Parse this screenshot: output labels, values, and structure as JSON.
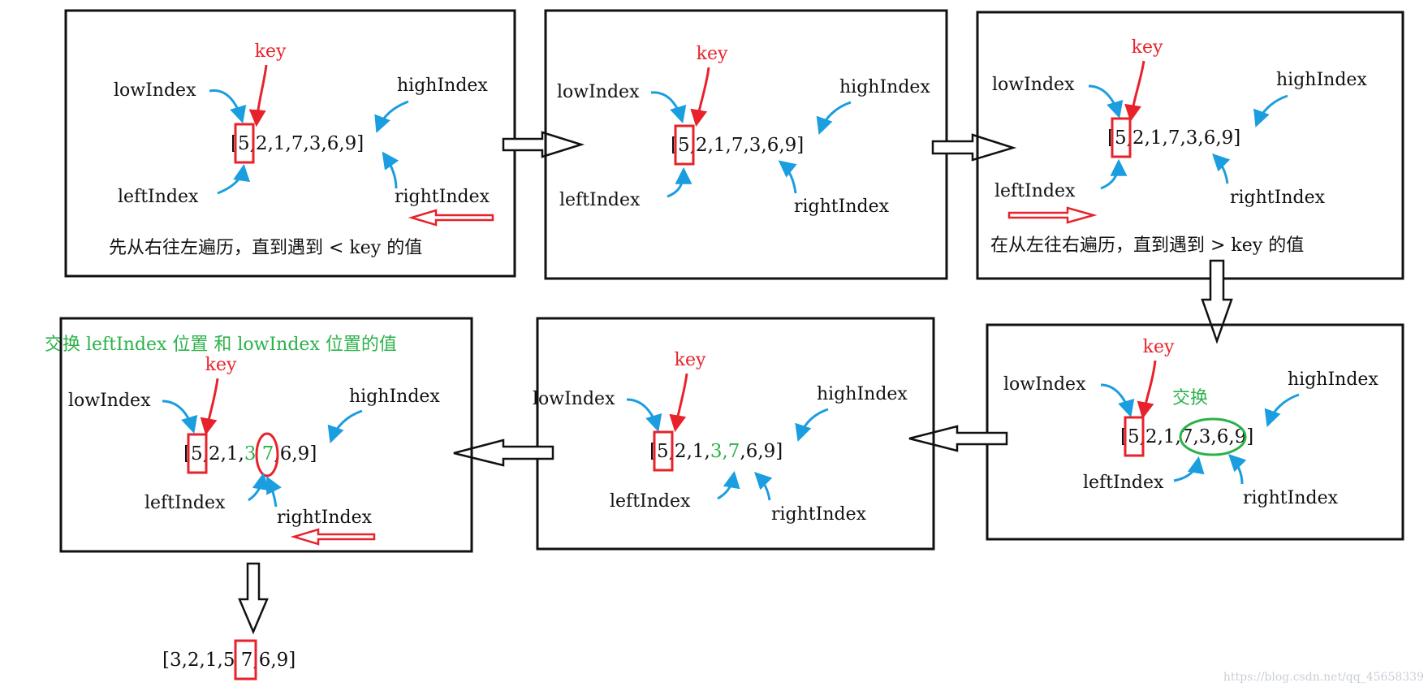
{
  "colors": {
    "box": "#111111",
    "key": "#e8222b",
    "pointer": "#1a9ee0",
    "swap": "#2bb24a",
    "direction_arrow": "#e8222b"
  },
  "labels": {
    "key": "key",
    "low": "lowIndex",
    "high": "highIndex",
    "left": "leftIndex",
    "right": "rightIndex"
  },
  "steps": [
    {
      "id": "step-1",
      "array": [
        "[",
        "5",
        ",2,1,7,3,6,9",
        "]"
      ],
      "caption": "先从右往左遍历，直到遇到 < key 的值",
      "direction": "left"
    },
    {
      "id": "step-2",
      "array": [
        "[",
        "5",
        ",2,1,7,3,6,9",
        "]"
      ]
    },
    {
      "id": "step-3",
      "array": [
        "[",
        "5",
        ",2,1,7,3,6,9",
        "]"
      ],
      "caption": "在从左往右遍历，直到遇到 > key 的值",
      "direction": "right"
    },
    {
      "id": "step-4",
      "array_tokens": [
        "[",
        "5",
        ",2,1,",
        "7,3",
        ",6,9",
        "]"
      ],
      "swap_label": "交换"
    },
    {
      "id": "step-5",
      "array_tokens": [
        "[",
        "5",
        ",2,1,",
        "3,7",
        ",6,9",
        "]"
      ]
    },
    {
      "id": "step-6",
      "title": "交换 leftIndex 位置 和 lowIndex 位置的值",
      "array_tokens": [
        "[",
        "5",
        ",2,1,",
        "3",
        " 7",
        ",6,9",
        "]"
      ],
      "direction": "left"
    }
  ],
  "result": {
    "array_tokens": [
      "[3,2,1,",
      "5",
      " 7,6,9]"
    ]
  },
  "watermark": "https://blog.csdn.net/qq_45658339"
}
